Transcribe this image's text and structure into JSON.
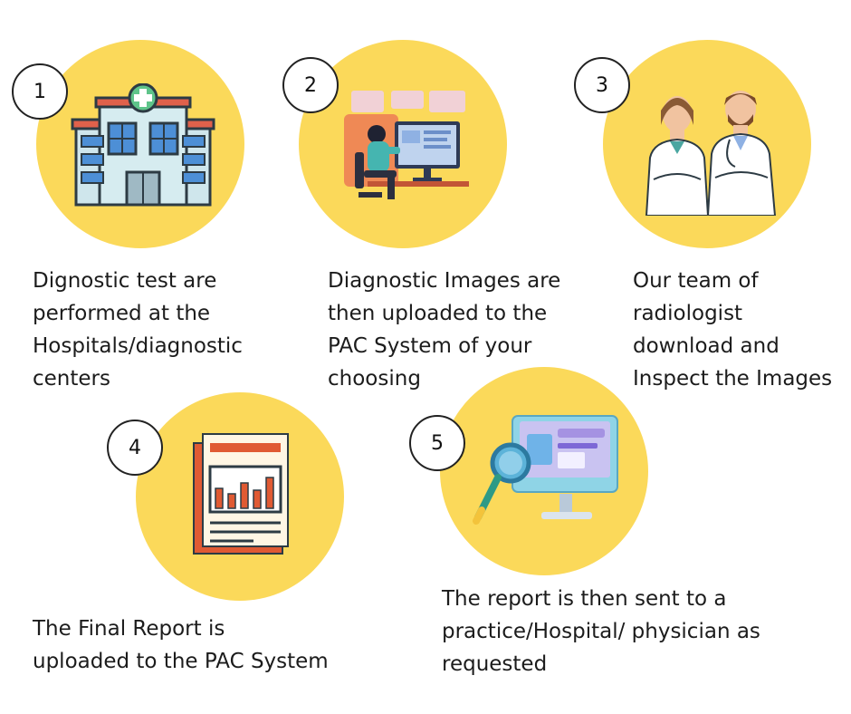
{
  "colors": {
    "circle": "#fbd95a",
    "badge_border": "#222222",
    "text": "#1c1c1c"
  },
  "steps": [
    {
      "number": "1",
      "icon": "hospital-icon",
      "text": "Dignostic  test are\nperformed at the\nHospitals/diagnostic\ncenters"
    },
    {
      "number": "2",
      "icon": "computer-upload-icon",
      "text": "Diagnostic  Images are\nthen uploaded to the\nPAC System of your\nchoosing"
    },
    {
      "number": "3",
      "icon": "radiologists-icon",
      "text": "Our team of\nradiologist\ndownload and\nInspect the Images"
    },
    {
      "number": "4",
      "icon": "report-chart-icon",
      "text": "The Final Report is\nuploaded to the PAC System"
    },
    {
      "number": "5",
      "icon": "monitor-magnifier-icon",
      "text": "The report is then sent to a\npractice/Hospital/ physician as\nrequested"
    }
  ]
}
